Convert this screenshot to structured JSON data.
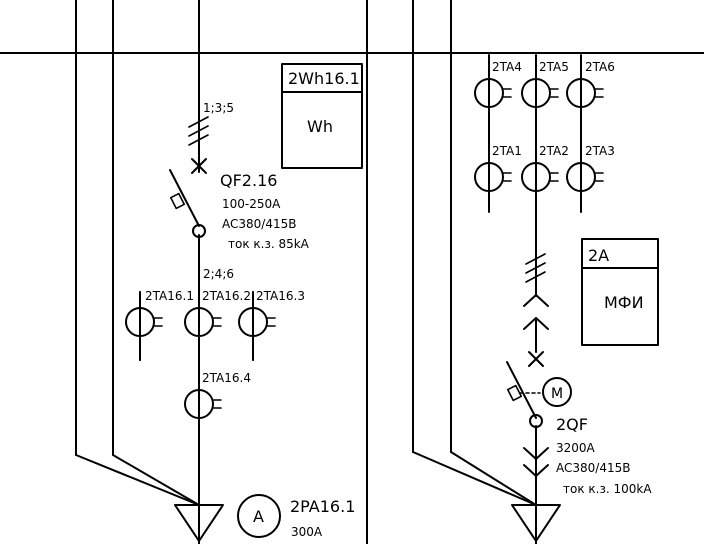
{
  "left_section": {
    "meter": {
      "designation": "2Wh16.1",
      "symbol": "Wh"
    },
    "phase_top": "1;3;5",
    "breaker": {
      "designation": "QF2.16",
      "current": "100-250A",
      "voltage": "AC380/415B",
      "short_circuit": "ток к.з. 85kA"
    },
    "phase_bottom": "2;4;6",
    "ct_row": [
      "2TA16.1",
      "2TA16.2",
      "2TA16.3"
    ],
    "ct_single": "2TA16.4",
    "ammeter": {
      "symbol": "A",
      "designation": "2PA16.1",
      "rating": "300A"
    }
  },
  "right_section": {
    "ct_top_row": [
      "2TA4",
      "2TA5",
      "2TA6"
    ],
    "ct_bottom_row": [
      "2TA1",
      "2TA2",
      "2TA3"
    ],
    "meter": {
      "designation": "2A",
      "label": "МФИ"
    },
    "motor_symbol": "M",
    "breaker": {
      "designation": "2QF",
      "current": "3200A",
      "voltage": "AC380/415B",
      "short_circuit": "ток к.з. 100kA"
    }
  }
}
